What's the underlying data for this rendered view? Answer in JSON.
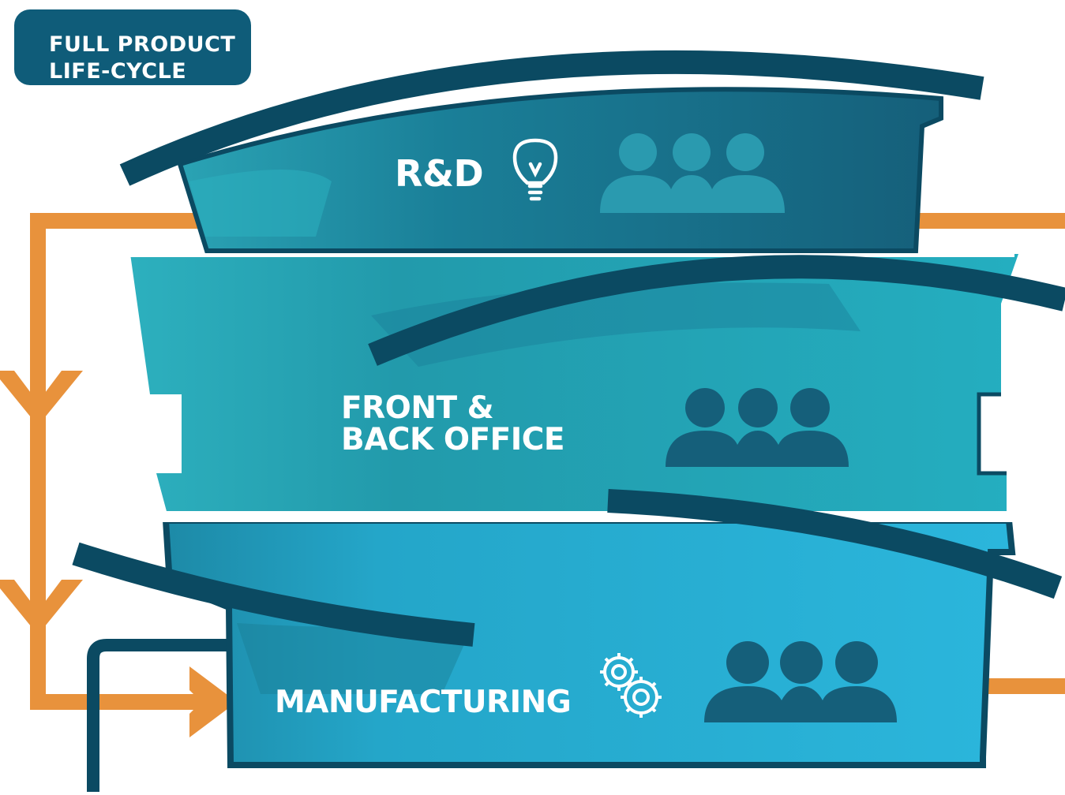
{
  "badge": {
    "line1": "FULL PRODUCT",
    "line2": "LIFE-CYCLE"
  },
  "tiers": {
    "rd": {
      "label": "R&D",
      "icon": "lightbulb-icon",
      "people_icon": "people-group-icon"
    },
    "office": {
      "line1": "FRONT &",
      "line2": "BACK OFFICE",
      "people_icon": "people-group-icon"
    },
    "manufacturing": {
      "label": "MANUFACTURING",
      "icon": "gears-icon",
      "people_icon": "people-group-icon"
    }
  },
  "colors": {
    "dark_navy": "#0b4a62",
    "teal_dark": "#1a6f8a",
    "teal_mid": "#2aa3b4",
    "cyan": "#29b4d6",
    "orange": "#e8923c",
    "white": "#ffffff"
  }
}
